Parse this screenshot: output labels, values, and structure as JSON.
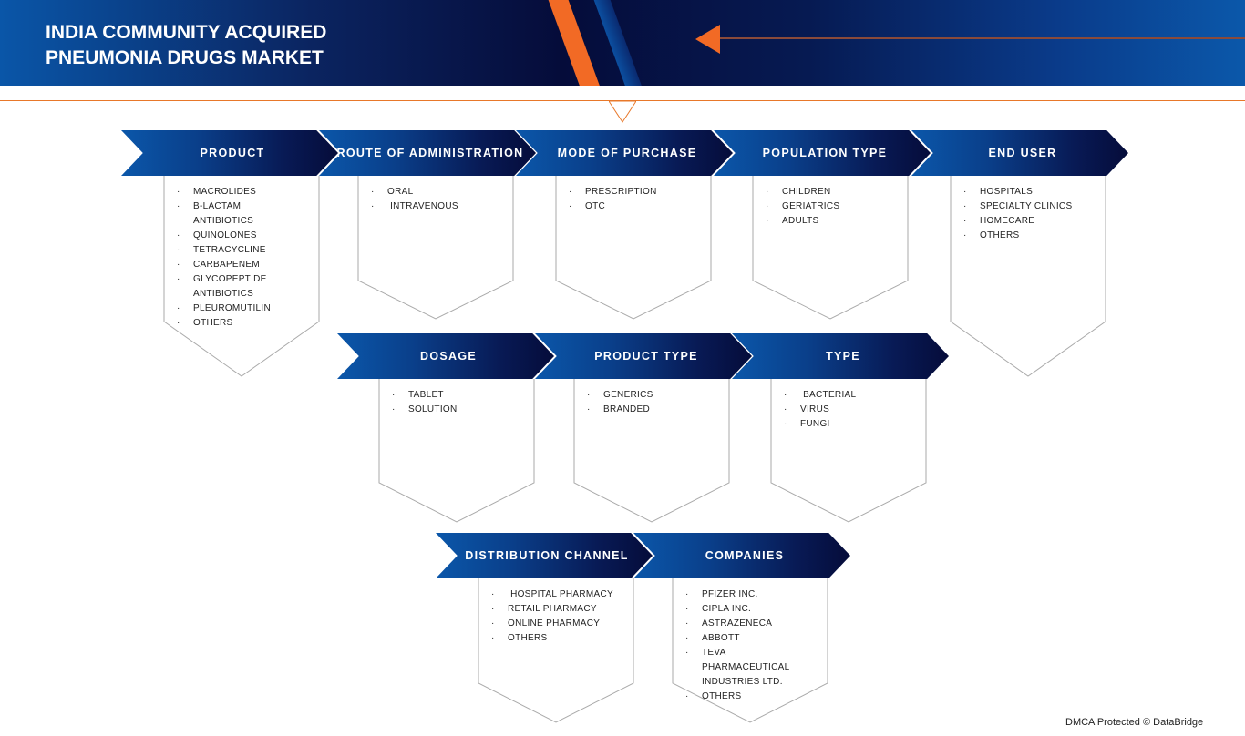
{
  "header": {
    "title_line1": "INDIA COMMUNITY ACQUIRED",
    "title_line2": "PNEUMONIA DRUGS MARKET"
  },
  "segments": [
    {
      "label": "PRODUCT",
      "items": [
        {
          "b": "·",
          "t": "MACROLIDES"
        },
        {
          "b": "·",
          "t": "B-LACTAM"
        },
        {
          "b": "",
          "t": "ANTIBIOTICS"
        },
        {
          "b": "·",
          "t": "QUINOLONES"
        },
        {
          "b": "·",
          "t": "TETRACYCLINE"
        },
        {
          "b": "·",
          "t": "CARBAPENEM"
        },
        {
          "b": "·",
          "t": "GLYCOPEPTIDE"
        },
        {
          "b": "",
          "t": "ANTIBIOTICS"
        },
        {
          "b": "·",
          "t": "PLEUROMUTILIN"
        },
        {
          "b": "·",
          "t": "OTHERS"
        }
      ]
    },
    {
      "label": "ROUTE OF ADMINISTRATION",
      "items": [
        {
          "b": "·",
          "t": "ORAL"
        },
        {
          "b": "·",
          "t": " INTRAVENOUS"
        }
      ]
    },
    {
      "label": "MODE OF PURCHASE",
      "items": [
        {
          "b": "·",
          "t": "PRESCRIPTION"
        },
        {
          "b": "·",
          "t": "OTC"
        }
      ]
    },
    {
      "label": "POPULATION TYPE",
      "items": [
        {
          "b": "·",
          "t": "CHILDREN"
        },
        {
          "b": "·",
          "t": "GERIATRICS"
        },
        {
          "b": "·",
          "t": "ADULTS"
        }
      ]
    },
    {
      "label": "END USER",
      "items": [
        {
          "b": "·",
          "t": "HOSPITALS"
        },
        {
          "b": "·",
          "t": "SPECIALTY CLINICS"
        },
        {
          "b": "·",
          "t": "HOMECARE"
        },
        {
          "b": "·",
          "t": "OTHERS"
        }
      ]
    },
    {
      "label": "DOSAGE",
      "items": [
        {
          "b": "·",
          "t": "TABLET"
        },
        {
          "b": "·",
          "t": "SOLUTION"
        }
      ]
    },
    {
      "label": "PRODUCT TYPE",
      "items": [
        {
          "b": "·",
          "t": "GENERICS"
        },
        {
          "b": "·",
          "t": "BRANDED"
        }
      ]
    },
    {
      "label": "TYPE",
      "items": [
        {
          "b": "·",
          "t": " BACTERIAL"
        },
        {
          "b": "·",
          "t": "VIRUS"
        },
        {
          "b": "·",
          "t": "FUNGI"
        }
      ]
    },
    {
      "label": "DISTRIBUTION CHANNEL",
      "items": [
        {
          "b": "·",
          "t": " HOSPITAL PHARMACY"
        },
        {
          "b": "·",
          "t": "RETAIL PHARMACY"
        },
        {
          "b": "·",
          "t": "ONLINE PHARMACY"
        },
        {
          "b": "·",
          "t": "OTHERS"
        }
      ]
    },
    {
      "label": "COMPANIES",
      "items": [
        {
          "b": "·",
          "t": "PFIZER INC."
        },
        {
          "b": "·",
          "t": "CIPLA INC."
        },
        {
          "b": "·",
          "t": "ASTRAZENECA"
        },
        {
          "b": "·",
          "t": "ABBOTT"
        },
        {
          "b": "·",
          "t": "TEVA"
        },
        {
          "b": "",
          "t": "PHARMACEUTICAL"
        },
        {
          "b": "",
          "t": "INDUSTRIES LTD."
        },
        {
          "b": "·",
          "t": "OTHERS"
        }
      ]
    }
  ],
  "footer": {
    "text": "DMCA Protected © DataBridge"
  },
  "colors": {
    "accent": "#f26a25",
    "navy": "#050c3a",
    "blue": "#0b57aa"
  }
}
